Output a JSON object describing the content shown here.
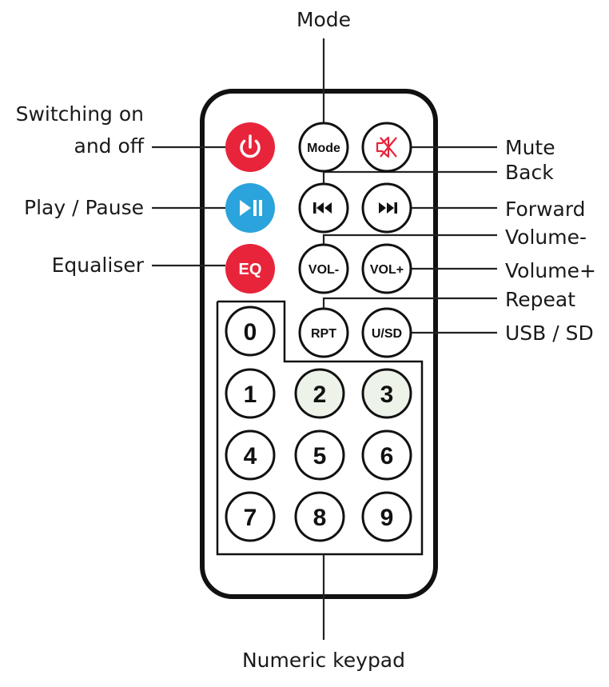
{
  "labels": {
    "mode": "Mode",
    "power_line1": "Switching on",
    "power_line2": "and off",
    "mute": "Mute",
    "back": "Back",
    "play_pause": "Play / Pause",
    "forward": "Forward",
    "volume_minus": "Volume-",
    "equaliser": "Equaliser",
    "volume_plus": "Volume+",
    "repeat": "Repeat",
    "usb_sd": "USB / SD",
    "numeric_keypad": "Numeric keypad"
  },
  "buttons": {
    "mode": "Mode",
    "eq": "EQ",
    "vol_minus": "VOL-",
    "vol_plus": "VOL+",
    "repeat": "RPT",
    "usb_sd": "U/SD",
    "keypad": [
      "0",
      "1",
      "2",
      "3",
      "4",
      "5",
      "6",
      "7",
      "8",
      "9"
    ]
  },
  "icons": {
    "power": "power-icon",
    "mute": "speaker-mute-icon",
    "play_pause": "play-pause-icon",
    "previous": "skip-back-icon",
    "next": "skip-forward-icon"
  },
  "colors": {
    "red": "#e8243b",
    "blue": "#2ba3dc",
    "outline": "#111111",
    "keypad_tint": "#eef3ea"
  }
}
